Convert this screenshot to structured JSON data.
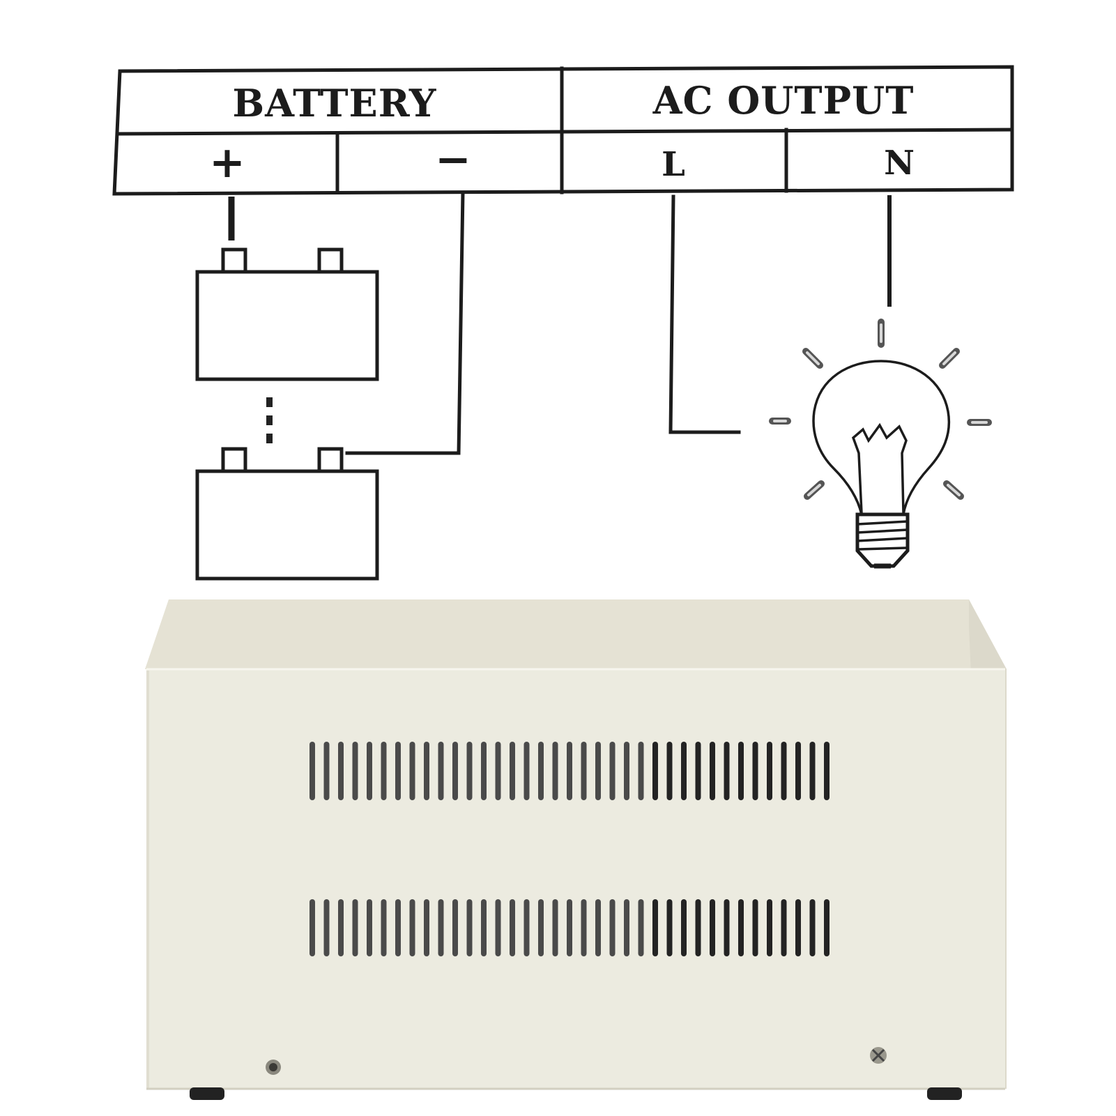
{
  "terminal_table": {
    "battery_header": "BATTERY",
    "ac_output_header": "AC OUTPUT",
    "battery_positive": "+",
    "battery_negative": "−",
    "ac_live": "L",
    "ac_neutral": "N"
  },
  "colors": {
    "ink": "#1c1c1c",
    "cabinet_face": "#eceadf",
    "cabinet_top": "#e4e1d3",
    "cabinet_side": "#d9d6c8",
    "vent_slot": "#3a3a3a",
    "foot": "#222222"
  },
  "icons": [
    "battery-icon",
    "light-bulb-icon",
    "screw-icon"
  ]
}
